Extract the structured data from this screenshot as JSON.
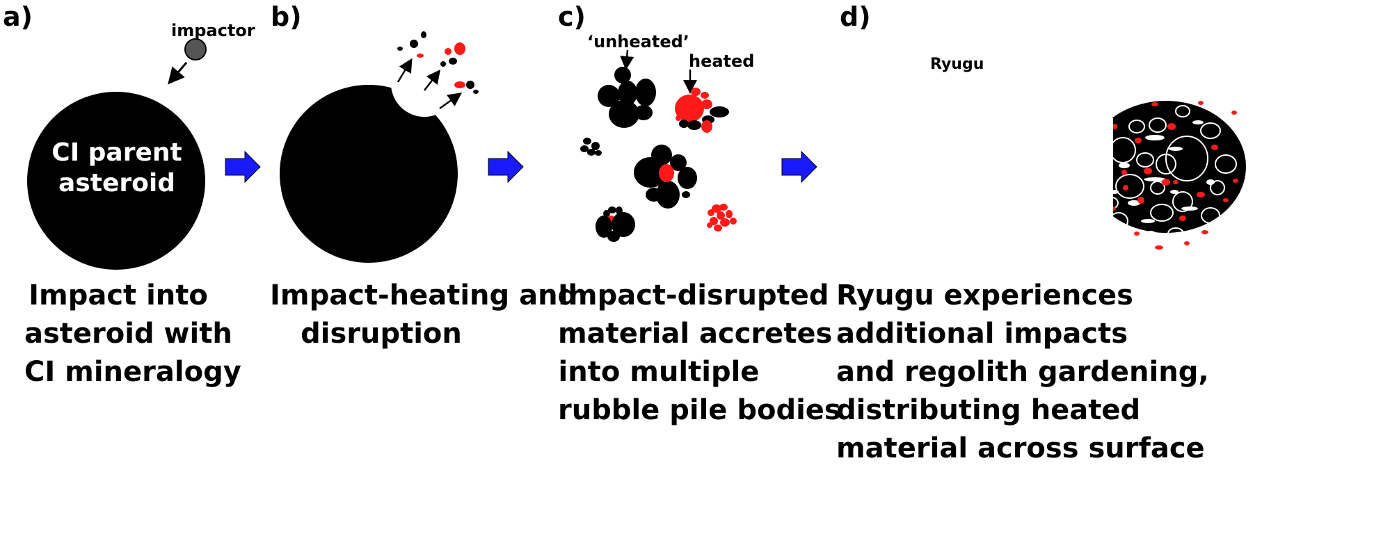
{
  "panels": [
    {
      "label": "a)",
      "caption": [
        "Impact into",
        "asteroid with",
        "CI mineralogy"
      ]
    },
    {
      "label": "b)",
      "caption": [
        "Impact-heating and",
        "disruption"
      ]
    },
    {
      "label": "c)",
      "caption": [
        "Impact-disrupted",
        "material accretes",
        "into multiple",
        "rubble pile bodies"
      ]
    },
    {
      "label": "d)",
      "caption": [
        "Ryugu experiences",
        "additional impacts",
        "and regolith gardening,",
        "distributing heated",
        "material across surface"
      ]
    }
  ],
  "annotations": {
    "impactor": "impactor",
    "parent": [
      "CI parent",
      "asteroid"
    ],
    "unheated": "‘unheated’",
    "heated": "heated",
    "ryugu": "Ryugu"
  },
  "colors": {
    "body": "#000000",
    "heated": "#ff1a1a",
    "arrow": "#1a1aff",
    "impactor": "#555555"
  }
}
